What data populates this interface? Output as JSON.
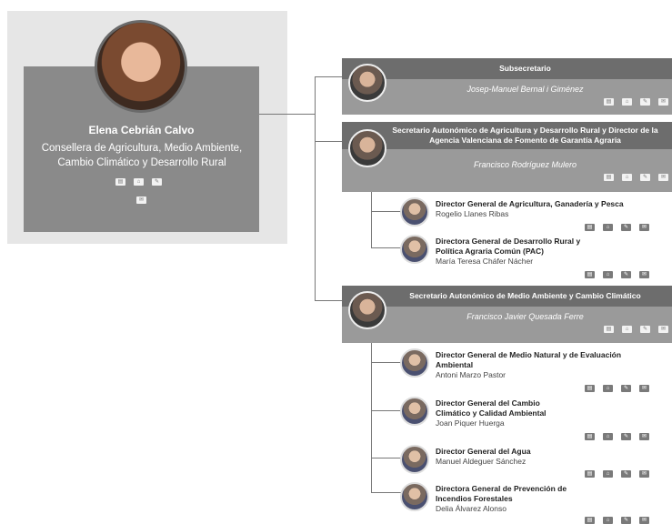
{
  "head": {
    "name": "Elena Cebrián Calvo",
    "role": "Consellera de Agricultura, Medio Ambiente, Cambio Climático y Desarrollo Rural",
    "icons": [
      "cv-icon",
      "home-icon",
      "document-icon",
      "email-icon"
    ]
  },
  "secretaries": [
    {
      "title": "Subsecretario",
      "name": "Josep-Manuel Bernal i Giménez"
    },
    {
      "title": "Secretario Autonómico de Agricultura y Desarrollo Rural y Director de la Agencia Valenciana de Fomento de Garantía Agraria",
      "name": "Francisco Rodríguez Mulero"
    },
    {
      "title": "Secretario Autonómico de Medio Ambiente y Cambio Climático",
      "name": "Francisco Javier Quesada Ferre"
    }
  ],
  "directors": [
    {
      "title": "Director General de Agricultura, Ganadería y Pesca",
      "name": "Rogelio Llanes Ribas"
    },
    {
      "title": "Directora General de Desarrollo Rural y Política Agraria Común (PAC)",
      "name": "María Teresa Cháfer Nácher"
    },
    {
      "title": "Director General de Medio Natural y de Evaluación Ambiental",
      "name": "Antoni Marzo Pastor"
    },
    {
      "title": "Director General del Cambio Climático y Calidad Ambiental",
      "name": "Joan Piquer Huerga"
    },
    {
      "title": "Director General del Agua",
      "name": "Manuel Aldeguer Sánchez"
    },
    {
      "title": "Directora General de Prevención de Incendios Forestales",
      "name": "Delia Álvarez Alonso"
    }
  ]
}
